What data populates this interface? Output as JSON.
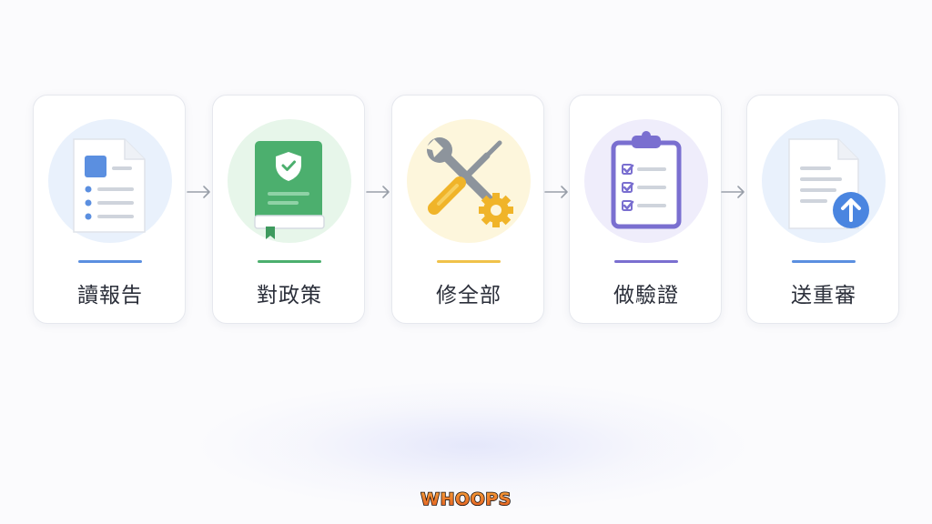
{
  "steps": [
    {
      "label": "讀報告",
      "icon": "document-icon",
      "color": "#5b8fe0",
      "tint": "#e9f1fc"
    },
    {
      "label": "對政策",
      "icon": "policy-book-icon",
      "color": "#4caf6e",
      "tint": "#e7f6ea"
    },
    {
      "label": "修全部",
      "icon": "wrench-screwdriver-icon",
      "color": "#f0c24a",
      "tint": "#fdf6dc"
    },
    {
      "label": "做驗證",
      "icon": "checklist-clipboard-icon",
      "color": "#7a6fd0",
      "tint": "#efedfb"
    },
    {
      "label": "送重審",
      "icon": "document-upload-icon",
      "color": "#5b8fe0",
      "tint": "#e9f1fc"
    }
  ],
  "logo": {
    "text": "WHOOPS"
  }
}
